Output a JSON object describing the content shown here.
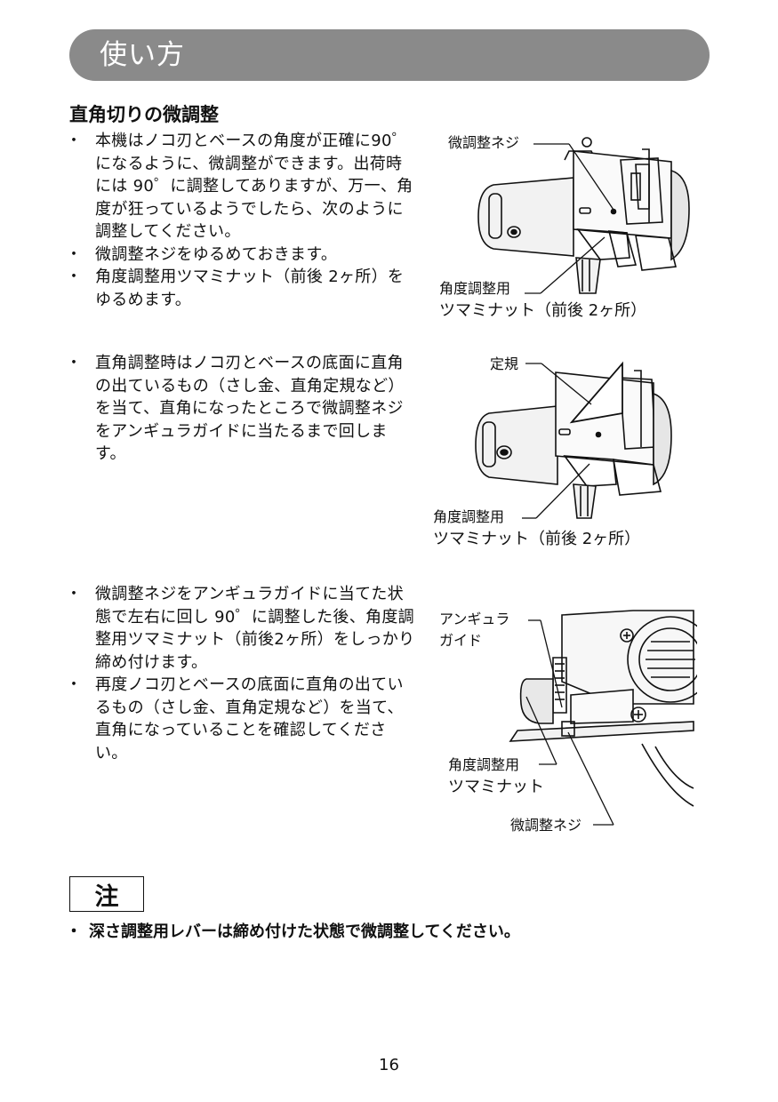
{
  "header": {
    "title": "使い方"
  },
  "section": {
    "heading": "直角切りの微調整"
  },
  "step1": {
    "bullets": [
      "本機はノコ刃とベースの角度が正確に90゜になるように、微調整ができます。出荷時には 90゜に調整してありますが、万一、角度が狂っているようでしたら、次のように調整してください。",
      "微調整ネジをゆるめておきます。",
      "角度調整用ツマミナット（前後 2ヶ所）をゆるめます。"
    ],
    "figure": {
      "label_screw": "微調整ネジ",
      "label_knob_line1": "角度調整用",
      "label_knob_line2": "ツマミナット（前後 2ヶ所）"
    }
  },
  "step2": {
    "bullets": [
      "直角調整時はノコ刃とベースの底面に直角の出ているもの（さし金、直角定規など）を当て、直角になったところで微調整ネジをアンギュラガイドに当たるまで回します。"
    ],
    "figure": {
      "label_square": "定規",
      "label_knob_line1": "角度調整用",
      "label_knob_line2": "ツマミナット（前後 2ヶ所）"
    }
  },
  "step3": {
    "bullets": [
      "微調整ネジをアンギュラガイドに当てた状態で左右に回し 90゜に調整した後、角度調整用ツマミナット（前後2ヶ所）をしっかり締め付けます。",
      "再度ノコ刃とベースの底面に直角の出ているもの（さし金、直角定規など）を当て、直角になっていることを確認してください。"
    ],
    "figure": {
      "label_guide_line1": "アンギュラ",
      "label_guide_line2": "ガイド",
      "label_knob_line1": "角度調整用",
      "label_knob_line2": "ツマミナット",
      "label_screw": "微調整ネジ"
    }
  },
  "note": {
    "title": "注",
    "text": "深さ調整用レバーは締め付けた状態で微調整してください。"
  },
  "page": {
    "number": "16"
  }
}
